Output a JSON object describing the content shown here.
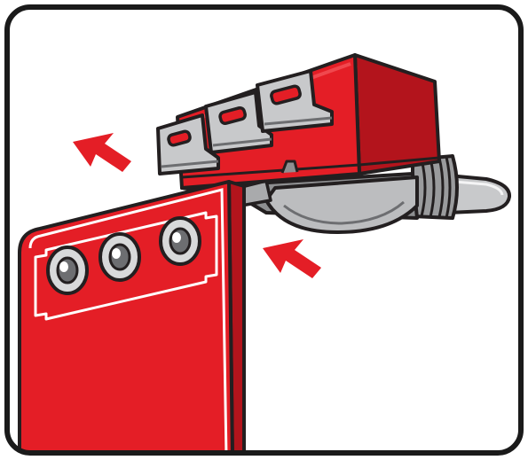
{
  "illustration": {
    "subject": "toggle-switch-mounting-onto-panel",
    "arrows": [
      {
        "name": "upper-left-arrow",
        "direction": "up-left"
      },
      {
        "name": "lower-right-arrow",
        "direction": "up-left"
      }
    ],
    "panel_holes": 3,
    "terminals": 3
  },
  "colors": {
    "frame": "#1a1a1a",
    "background": "#ffffff",
    "red_main": "#e41e26",
    "red_dark": "#b3141c",
    "red_light": "#f0484e",
    "metal": "#a9aaac",
    "metal_dark": "#6d6e71",
    "metal_light": "#d8d9da",
    "outline": "#231f20"
  }
}
